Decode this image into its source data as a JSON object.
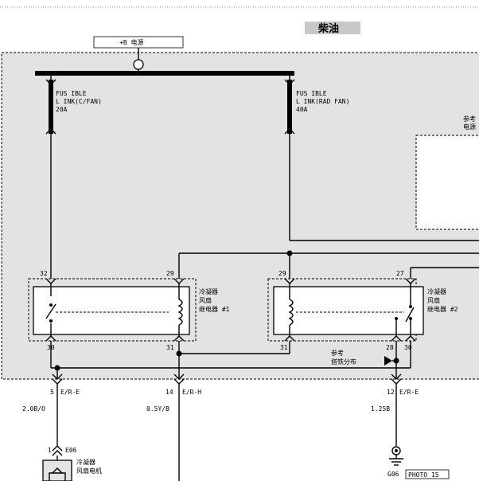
{
  "header": {
    "title": "柴油"
  },
  "power": {
    "label": "+B 电源"
  },
  "fuses": [
    {
      "line1": "FUS IBLE",
      "line2": "L INK(C/FAN)",
      "line3": "20A"
    },
    {
      "line1": "FUS IBLE",
      "line2": "L INK(RAD FAN)",
      "line3": "40A"
    }
  ],
  "reference_box": {
    "line1": "参考",
    "line2": "电源"
  },
  "relays": [
    {
      "line1": "冷凝器",
      "line2": "风扇",
      "line3": "继电器 #1",
      "pins": [
        "32",
        "29",
        "30",
        "31"
      ]
    },
    {
      "line1": "冷凝器",
      "line2": "风扇",
      "line3": "继电器 #2",
      "pins": [
        "29",
        "27",
        "31",
        "28",
        "30"
      ]
    }
  ],
  "ground_ref": {
    "line1": "参考",
    "line2": "搭铁分布"
  },
  "connectors": [
    {
      "pin": "5",
      "code": "E/R-E",
      "wire": "2.0B/O"
    },
    {
      "pin": "14",
      "code": "E/R-H",
      "wire": "0.5Y/B"
    },
    {
      "pin": "12",
      "code": "E/R-E",
      "wire": "1.25B"
    }
  ],
  "motor": {
    "pin": "1",
    "code": "E06",
    "line1": "冷凝器",
    "line2": "风扇电机"
  },
  "ground": {
    "code": "G06",
    "photo": "PHOTO 15"
  }
}
